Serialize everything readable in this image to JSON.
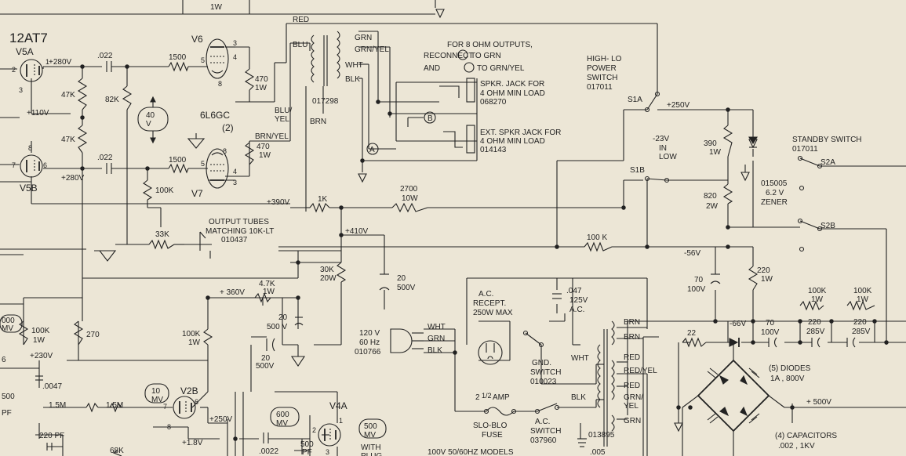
{
  "labels": {
    "tube_12at7": "12AT7",
    "v5a": "V5A",
    "v5b": "V5B",
    "v6": "V6",
    "v7": "V7",
    "v2b": "V2B",
    "v4a": "V4A",
    "tube_6l6gc": "6L6GC",
    "tube_qty": "(2)",
    "pin2": "2",
    "pin3": "3",
    "pin1": "1",
    "pin8": "8",
    "pin7": "7",
    "pin6": "6",
    "v6_pin3": "3",
    "v6_pin4": "4",
    "v6_pin5": "5",
    "v6_pin8": "8",
    "v7_pin8": "8",
    "v7_pin5": "5",
    "v7_pin4": "4",
    "v7_pin3": "3",
    "v2b_pin7": "7",
    "v2b_pin6": "6",
    "v2b_pin8": "8",
    "v4a_pin2": "2",
    "v4a_pin3": "3",
    "v4a_pin1": "1",
    "v_280_top": "+280V",
    "v_110": "+110V",
    "v_280_bot": "+280V",
    "v_390": "+390V",
    "v_410": "+410V",
    "v_360": "+ 360V",
    "v_230": "+230V",
    "v_250_v2b": "+250V",
    "v_1_8": "+1.8V",
    "v_250_sw": "+250V",
    "v_neg23": "-23V",
    "in": "IN",
    "low": "LOW",
    "v_neg56": "-56V",
    "v_neg66": "-66V",
    "v_500": "+ 500V",
    "volt_box": "40\nV",
    "r_1500a": "1500",
    "r_1500b": "1500",
    "c_022a": ".022",
    "c_022b": ".022",
    "r_47k_a": "47K",
    "r_47k_b": "47K",
    "r_82k": "82K",
    "r_470_a": "470",
    "r_1w_a": "1W",
    "r_470_b": "470",
    "r_1w_b": "1W",
    "r_1w_top": "1W",
    "r_100k_grid": "100K",
    "r_33k": "33K",
    "output_tubes": "OUTPUT TUBES",
    "matching": "MATCHING 10K-LT",
    "part_010437": "010437",
    "r_1k": "1K",
    "r_2700": "2700",
    "r_10w": "10W",
    "r_30k": "30K",
    "r_20w": "20W",
    "c_20_500a": "20",
    "c_500v_a": "500V",
    "r_4_7k": "4.7K",
    "r_4_7k_1w": "1W",
    "c_20_b": "20",
    "c_500v_b": "500 V",
    "c_20_c": "20",
    "c_500v_c": "500V",
    "r_100k_mid": "100K",
    "r_100k_mid_1w": "1W",
    "r_100k_left": "100K",
    "r_100k_left_1w": "1W",
    "r_270": "270",
    "c_0047": ".0047",
    "r_1_5m_a": "1.5M",
    "r_1_5m_b": "1.5M",
    "c_220pf": "220 PF",
    "r_68k": "68K",
    "c_0022": ".0022",
    "c_500pf": "500",
    "c_pf": "PF",
    "left_cut_a": "000",
    "left_cut_b": "MV",
    "left_cut_c": "500",
    "left_cut_d": "PF",
    "left_cut_e": "6",
    "mv_10": "10\nMV",
    "mv_600": "600\nMV",
    "mv_500": "500\nMV",
    "with_plug": "WITH\nPLUG",
    "models_note": "100V 50/60HZ MODELS",
    "wire_red_top": "RED",
    "wire_blu": "BLU",
    "wire_grn": "GRN",
    "wire_grn_yel": "GRN/YEL",
    "wire_wht": "WHT",
    "wire_blk": "BLK",
    "wire_blu_yel": "BLU/\nYEL",
    "wire_brn": "BRN",
    "wire_brn_yel": "BRN/YEL",
    "part_017298": "017298",
    "note_8ohm_1": "FOR 8 OHM OUTPUTS,",
    "note_8ohm_2": "RECONNECT",
    "note_8ohm_3": "TO GRN",
    "note_8ohm_4": "AND",
    "note_8ohm_5": "TO GRN/YEL",
    "circle_a": "A",
    "circle_b": "B",
    "spkr_jack_1": "SPKR. JACK FOR",
    "spkr_jack_2": "4 OHM MIN LOAD",
    "spkr_jack_3": "068270",
    "ext_spkr_1": "EXT. SPKR JACK FOR",
    "ext_spkr_2": "4 OHM MIN LOAD",
    "ext_spkr_3": "014143",
    "hilo_1": "HIGH- LO",
    "hilo_2": "POWER",
    "hilo_3": "SWITCH",
    "hilo_4": "017011",
    "s1a": "S1A",
    "s1b": "S1B",
    "standby_1": "STANDBY SWITCH",
    "standby_2": "017011",
    "s2a": "S2A",
    "s2b": "S2B",
    "r_390": "390",
    "r_390_1w": "1W",
    "zener_1": "015005",
    "zener_2": "6.2 V",
    "zener_3": "ZENER",
    "r_820": "820",
    "r_820_2w": "2W",
    "r_100k_bias": "100 K",
    "c_70_a": "70",
    "c_100v_a": "100V",
    "r_220": "220",
    "r_220_1w": "1W",
    "r_22": "22",
    "c_70_b": "70",
    "c_100v_b": "100V",
    "c_220_a": "220",
    "c_285v_a": "285V",
    "c_220_b": "220",
    "c_285v_b": "285V",
    "r_100k_f1": "100K",
    "r_100k_f1_1w": "1W",
    "r_100k_f2": "100K",
    "r_100k_f2_1w": "1W",
    "diodes_1": "(5) DIODES",
    "diodes_2": "1A , 800V",
    "caps_1": "(4) CAPACITORS",
    "caps_2": ".002 , 1KV",
    "ac_recept_1": "A.C.",
    "ac_recept_2": "RECEPT.",
    "ac_recept_3": "250W MAX",
    "c_047": ".047",
    "c_125v": "125V",
    "c_ac": "A.C.",
    "line_1": "120 V",
    "line_2": "60 Hz",
    "line_3": "010766",
    "plug_wht": "WHT",
    "plug_grn": "GRN",
    "plug_blk": "BLK",
    "gnd_sw_1": "GND.",
    "gnd_sw_2": "SWITCH",
    "gnd_sw_3": "010023",
    "fuse_1": "2",
    "fuse_frac": "1/2",
    "fuse_2": "AMP",
    "fuse_3": "SLO-BLO",
    "fuse_4": "FUSE",
    "ac_sw_1": "A.C.",
    "ac_sw_2": "SWITCH",
    "ac_sw_3": "037960",
    "pt_wht": "WHT",
    "pt_blk": "BLK",
    "pt_brn_1": "BRN",
    "pt_brn_2": "BRN",
    "pt_red_1": "RED",
    "pt_red_yel": "RED/YEL",
    "pt_red_2": "RED",
    "pt_grn_yel": "GRN/\nYEL",
    "pt_grn": "GRN",
    "pt_part": "013895",
    "c_005": ".005"
  }
}
